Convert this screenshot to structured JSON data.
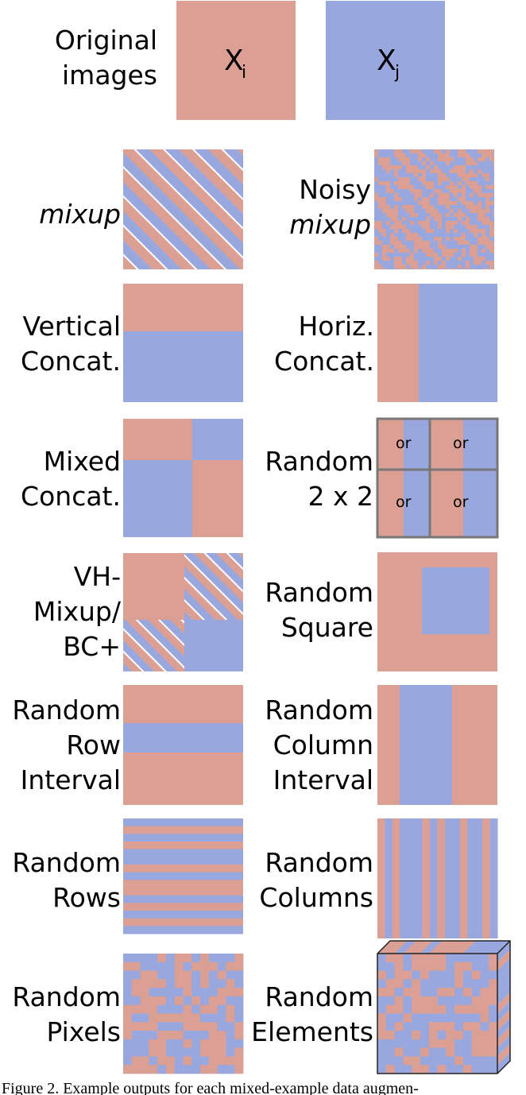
{
  "colors": {
    "xi": "#dba093",
    "xj": "#98a7de",
    "frame": "#777777",
    "stripe": "#ffffff"
  },
  "header": {
    "label_line1": "Original",
    "label_line2": "images",
    "xi_symbol": "X",
    "xi_subscript": "i",
    "xj_symbol": "X",
    "xj_subscript": "j"
  },
  "methods": {
    "mixup": {
      "label": "mixup"
    },
    "noisy_mixup": {
      "line1": "Noisy",
      "line2": "mixup"
    },
    "vertical_concat": {
      "line1": "Vertical",
      "line2": "Concat."
    },
    "horiz_concat": {
      "line1": "Horiz.",
      "line2": "Concat."
    },
    "mixed_concat": {
      "line1": "Mixed",
      "line2": "Concat."
    },
    "random_2x2": {
      "line1": "Random",
      "line2": "2 x 2",
      "or_text": "or"
    },
    "vh_mixup": {
      "line1": "VH-",
      "line2": "Mixup/",
      "line3": "BC+"
    },
    "random_square": {
      "line1": "Random",
      "line2": "Square"
    },
    "random_row_interval": {
      "line1": "Random",
      "line2": "Row",
      "line3": "Interval"
    },
    "random_column_interval": {
      "line1": "Random",
      "line2": "Column",
      "line3": "Interval"
    },
    "random_rows": {
      "line1": "Random",
      "line2": "Rows"
    },
    "random_columns": {
      "line1": "Random",
      "line2": "Columns"
    },
    "random_pixels": {
      "line1": "Random",
      "line2": "Pixels"
    },
    "random_elements": {
      "line1": "Random",
      "line2": "Elements"
    }
  },
  "caption": "Figure 2. Example outputs for each mixed-example data augmen-"
}
